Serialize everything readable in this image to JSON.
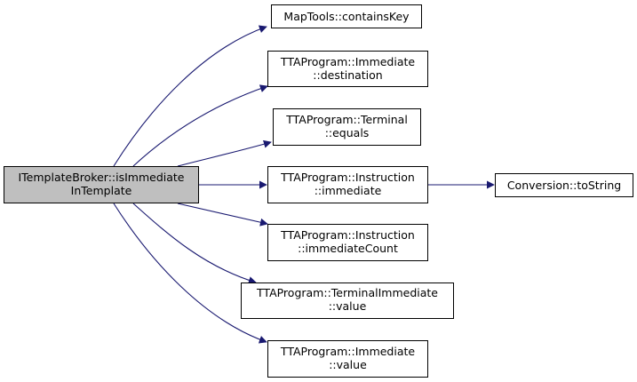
{
  "colors": {
    "edge": "#191970",
    "node_border": "#000000",
    "root_fill": "#bfbfbf",
    "node_fill": "#ffffff"
  },
  "nodes": {
    "root": {
      "lines": [
        "ITemplateBroker::isImmediate",
        "InTemplate"
      ]
    },
    "n1": {
      "lines": [
        "MapTools::containsKey"
      ]
    },
    "n2": {
      "lines": [
        "TTAProgram::Immediate",
        "::destination"
      ]
    },
    "n3": {
      "lines": [
        "TTAProgram::Terminal",
        "::equals"
      ]
    },
    "n4": {
      "lines": [
        "TTAProgram::Instruction",
        "::immediate"
      ]
    },
    "n5": {
      "lines": [
        "TTAProgram::Instruction",
        "::immediateCount"
      ]
    },
    "n6": {
      "lines": [
        "TTAProgram::TerminalImmediate",
        "::value"
      ]
    },
    "n7": {
      "lines": [
        "TTAProgram::Immediate",
        "::value"
      ]
    },
    "n8": {
      "lines": [
        "Conversion::toString"
      ]
    }
  }
}
